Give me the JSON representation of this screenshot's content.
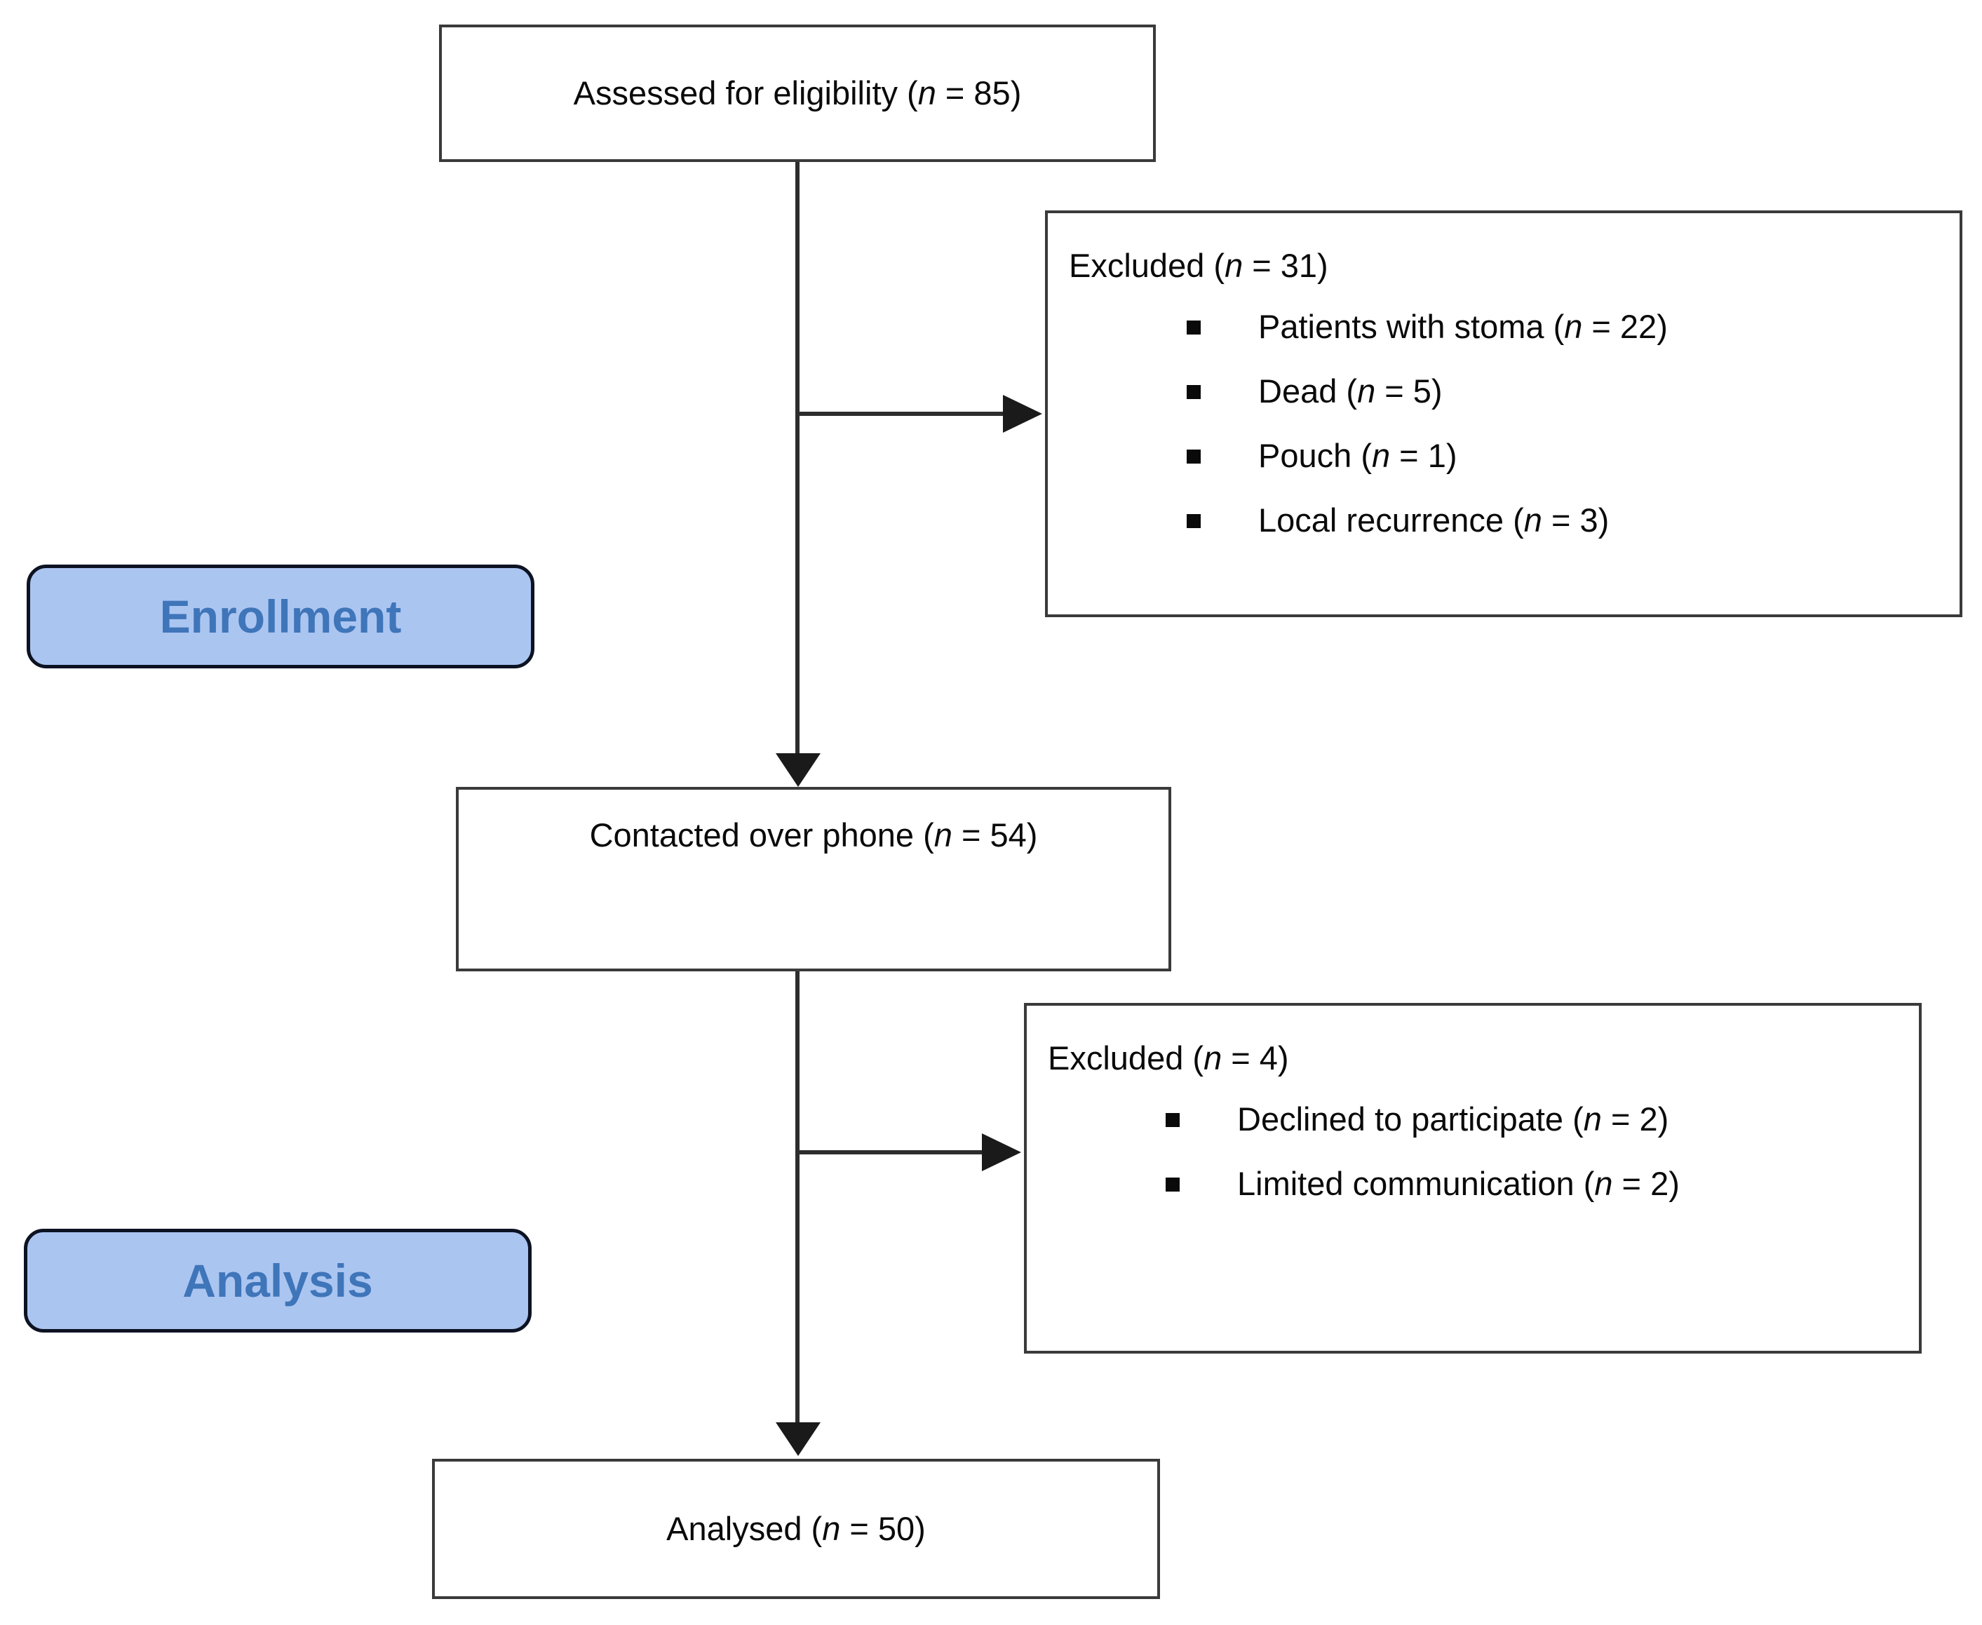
{
  "figure": {
    "type": "consort-flow-diagram",
    "background": "#ffffff",
    "colors": {
      "stage_fill": "#abc5f1",
      "stage_text": "#3f75b9",
      "stage_border": "#0d1322",
      "node_border": "#3a3a3a",
      "node_text": "#0a0a0a",
      "connector": "#2d2d2d"
    },
    "stages": [
      {
        "label": "Enrollment"
      },
      {
        "label": "Analysis"
      }
    ],
    "nodes": {
      "assessed": {
        "pre": "Assessed for eligibility (",
        "var": "n",
        "post": " = 85)"
      },
      "contacted": {
        "pre": "Contacted over phone (",
        "var": "n",
        "post": " = 54)"
      },
      "analysed": {
        "pre": "Analysed (",
        "var": "n",
        "post": " = 50)"
      },
      "excluded1": {
        "title": {
          "pre": "Excluded (",
          "var": "n",
          "post": " = 31)"
        },
        "items": [
          {
            "pre": "Patients with stoma (",
            "var": "n",
            "post": " = 22)"
          },
          {
            "pre": "Dead (",
            "var": "n",
            "post": " = 5)"
          },
          {
            "pre": "Pouch (",
            "var": "n",
            "post": " = 1)"
          },
          {
            "pre": "Local recurrence (",
            "var": "n",
            "post": " = 3)"
          }
        ]
      },
      "excluded2": {
        "title": {
          "pre": "Excluded (",
          "var": "n",
          "post": " = 4)"
        },
        "items": [
          {
            "pre": "Declined to participate (",
            "var": "n",
            "post": " = 2)"
          },
          {
            "pre": "Limited communication (",
            "var": "n",
            "post": " = 2)"
          }
        ]
      }
    },
    "counts": {
      "assessed_for_eligibility": 85,
      "excluded_enrollment": 31,
      "patients_with_stoma": 22,
      "dead": 5,
      "pouch": 1,
      "local_recurrence": 3,
      "contacted_over_phone": 54,
      "excluded_analysis": 4,
      "declined_to_participate": 2,
      "limited_communication": 2,
      "analysed": 50
    }
  }
}
